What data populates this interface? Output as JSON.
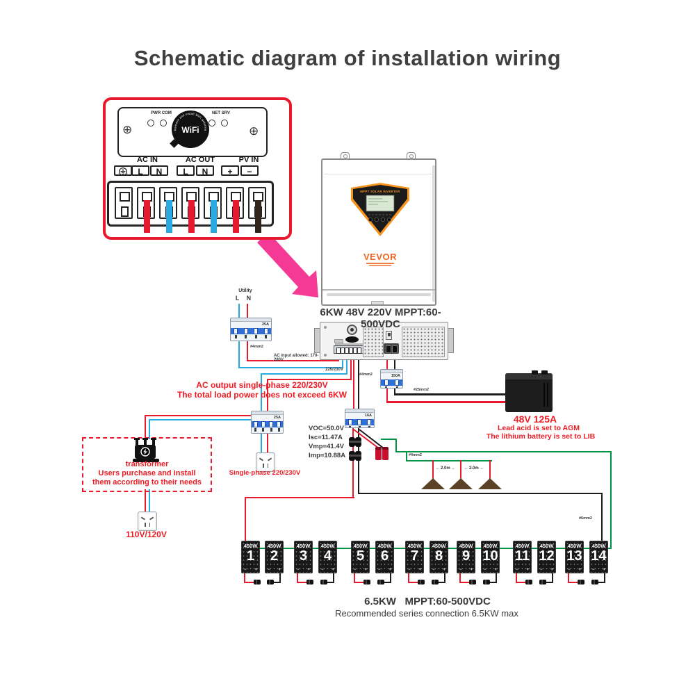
{
  "title": "Schematic diagram of installation wiring",
  "colors": {
    "wire_red": "#e8192c",
    "wire_blue": "#29abe2",
    "wire_green": "#009245",
    "wire_black": "#1b1b1b",
    "accent_red": "#ed1c24",
    "pink_arrow": "#f43a94",
    "brand_orange": "#f26522"
  },
  "detail": {
    "led_left": "PWR COM",
    "led_right": "NET SRV",
    "wifi": "WiFi",
    "wifi_ring": "Remove and install WiFi antenna",
    "groups": [
      {
        "label": "AC IN"
      },
      {
        "label": "AC OUT"
      },
      {
        "label": "PV IN"
      }
    ],
    "terminals": [
      "L",
      "N",
      "L",
      "N",
      "+",
      "−"
    ],
    "ground_icon": "earth-ground-symbol"
  },
  "inverter": {
    "display_title": "MPPT SOLAR INVERTER",
    "brand": "VEVOR",
    "caption": "6KW 48V 220V MPPT:60-500VDC"
  },
  "utility": {
    "label": "Utility",
    "ln": "L N",
    "breaker": "25A",
    "wire": "#4mm2",
    "allowed": "AC input allowed: 170-280V"
  },
  "ac_out": {
    "voltage": "220/230V",
    "breaker": "25A",
    "note1": "AC output single-phase 220/230V",
    "note2": "The total load power does not exceed 6KW",
    "outlet": "Single-phase 220/230V"
  },
  "transformer": {
    "title": "transformer",
    "note1": "Users purchase and install",
    "note2": "them according to their needs",
    "outlet": "110V/120V"
  },
  "battery": {
    "breaker": "150A",
    "wire": "#25mm2",
    "title": "48V 125A",
    "note1": "Lead acid is set to AGM",
    "note2": "The lithium battery is set to LIB"
  },
  "pv": {
    "breaker": "16A",
    "down_wire": "#4mm2",
    "specs": [
      "VOC=50.0V",
      "Isc=11.47A",
      "Vmp=41.4V",
      "Imp=10.88A"
    ],
    "ground_wire": "#4mm2",
    "rod_spacing": "2.0m",
    "string_wire": "#6mm2"
  },
  "panels": {
    "power": "450W",
    "minus": "−",
    "plus": "+",
    "numbers": [
      1,
      2,
      3,
      4,
      5,
      6,
      7,
      8,
      9,
      10,
      11,
      12,
      13,
      14
    ]
  },
  "footer": {
    "line1": "6.5KW   MPPT:60-500VDC",
    "line2": "Recommended series connection 6.5KW max"
  }
}
